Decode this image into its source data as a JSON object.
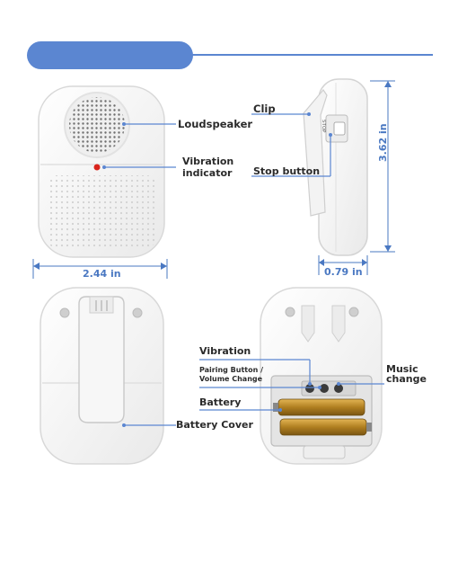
{
  "colors": {
    "accent": "#5b86d1",
    "dimension": "#4a78c2",
    "label_text": "#2b2b2b",
    "device_body": "#f4f4f4",
    "indicator": "#d9241c",
    "battery": "#c8962e"
  },
  "front_view": {
    "loudspeaker_label": "Loudspeaker",
    "vibration_indicator_label": "Vibration\nindicator",
    "width_dimension": "2.44 in"
  },
  "side_view": {
    "clip_label": "Clip",
    "stop_button_label": "Stop button",
    "height_dimension": "3.62 in",
    "depth_dimension": "0.79 in",
    "stop_text": "STOP"
  },
  "back_view": {
    "battery_cover_label": "Battery Cover"
  },
  "open_view": {
    "vibration_label": "Vibration",
    "pairing_label": "Pairing Button /\nVolume Change",
    "battery_label": "Battery",
    "music_label": "Music\nchange"
  }
}
